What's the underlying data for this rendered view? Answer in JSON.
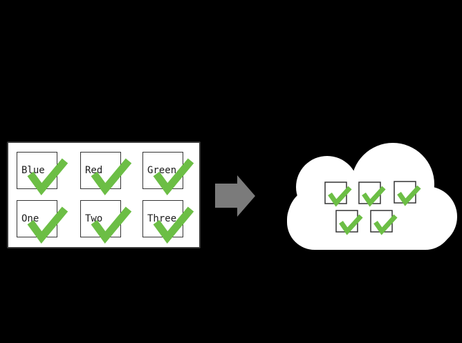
{
  "colors": {
    "background": "#000000",
    "check_green": "#6cbe45",
    "arrow_gray": "#7b7b7b",
    "panel_bg": "#ffffff",
    "panel_border": "#3a3a3a",
    "box_border": "#333333",
    "label_color": "#1c1c1c",
    "cloud_fill": "#ffffff"
  },
  "local_panel": {
    "items": [
      {
        "label": "Blue",
        "checked": true
      },
      {
        "label": "Red",
        "checked": true
      },
      {
        "label": "Green",
        "checked": true
      },
      {
        "label": "One",
        "checked": true
      },
      {
        "label": "Two",
        "checked": true
      },
      {
        "label": "Three",
        "checked": true
      }
    ]
  },
  "arrow": {
    "direction": "right"
  },
  "cloud": {
    "checkbox_count": 5,
    "all_checked": true
  }
}
